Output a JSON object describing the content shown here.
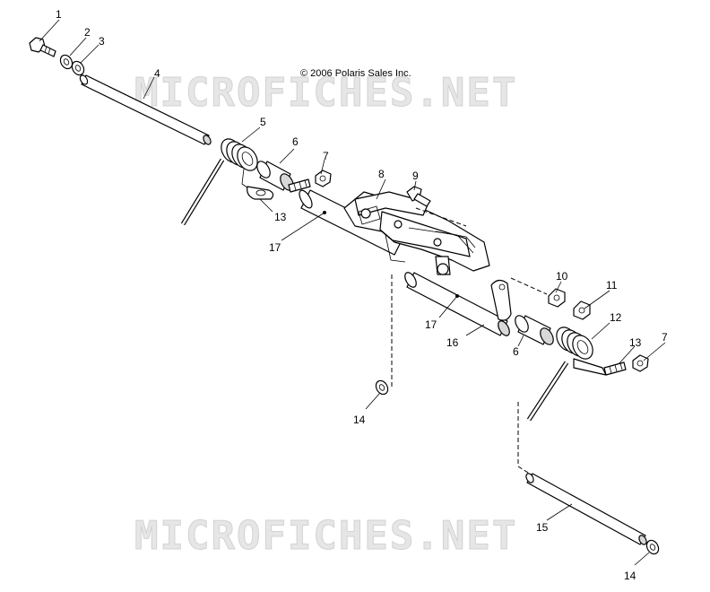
{
  "copyright": "© 2006 Polaris Sales Inc.",
  "watermark": "MICROFICHES.NET",
  "callouts": {
    "c1": "1",
    "c2": "2",
    "c3": "3",
    "c4": "4",
    "c5": "5",
    "c6a": "6",
    "c7a": "7",
    "c8": "8",
    "c9": "9",
    "c10": "10",
    "c11": "11",
    "c12": "12",
    "c13a": "13",
    "c13b": "13",
    "c14a": "14",
    "c14b": "14",
    "c15": "15",
    "c16": "16",
    "c17a": "17",
    "c17b": "17",
    "c6b": "6",
    "c7b": "7"
  }
}
